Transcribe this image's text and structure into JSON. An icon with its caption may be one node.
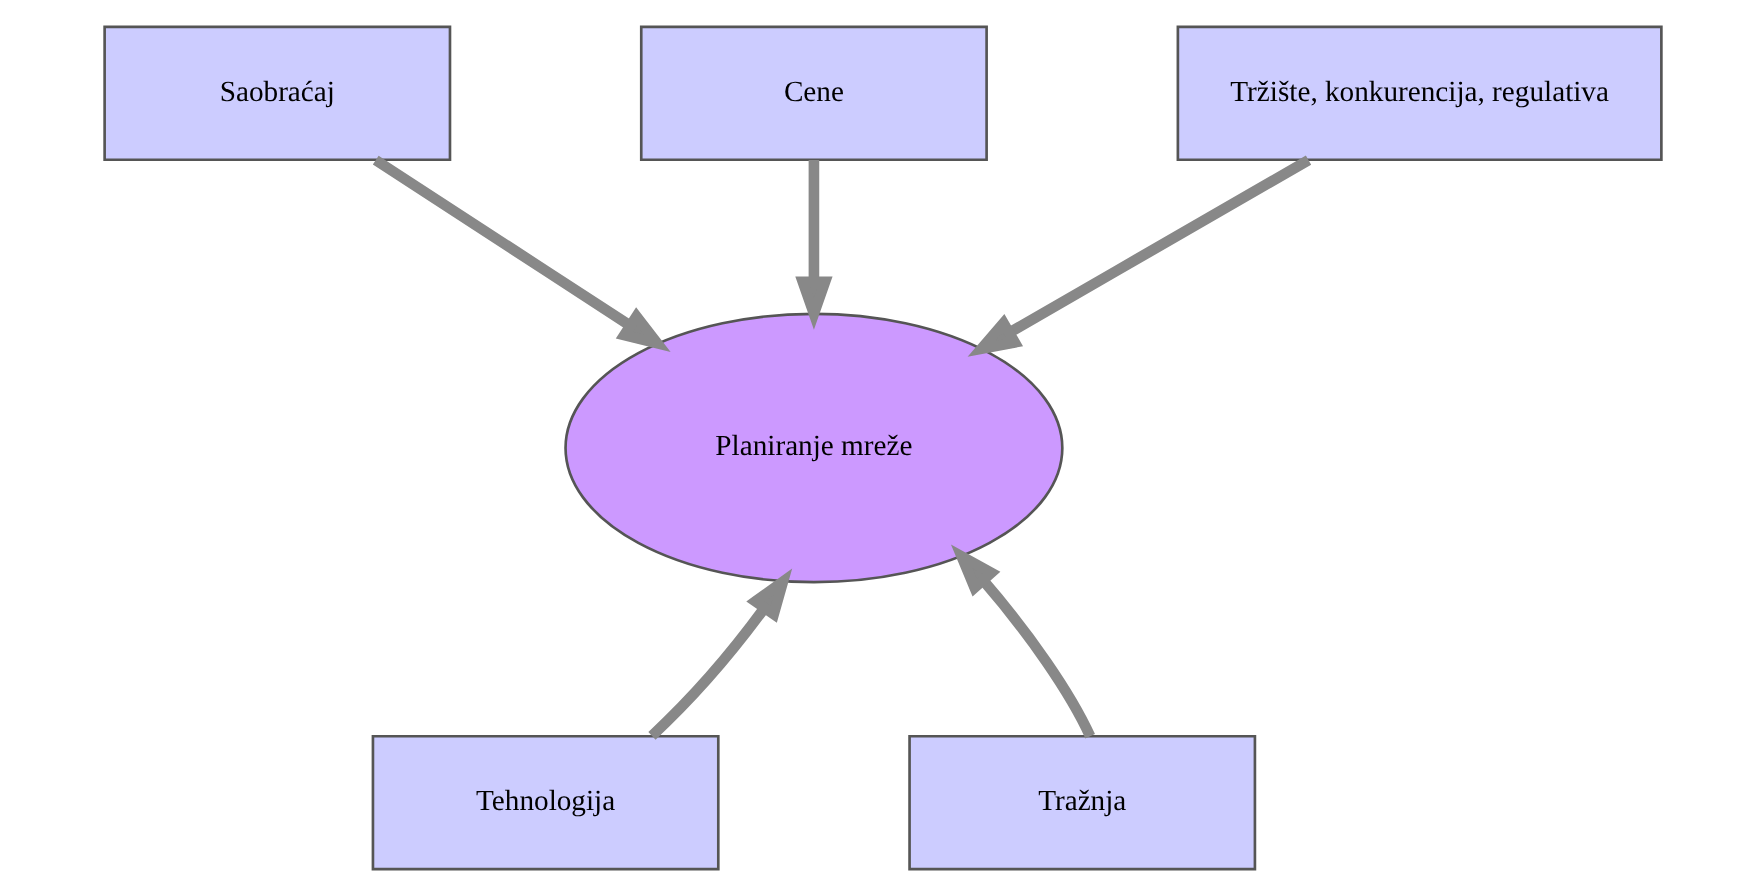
{
  "diagram": {
    "nodes": [
      {
        "text": [
          "Planiranje mreže"
        ]
      },
      {
        "text": [
          "Saobraćaj"
        ]
      },
      {
        "text": [
          "Cene"
        ]
      },
      {
        "text": [
          "Tržište, konkurencija, regulativa"
        ]
      },
      {
        "text": [
          "Tehnologija"
        ]
      },
      {
        "text": [
          "Tražnja"
        ]
      }
    ],
    "edges": [
      {
        "from": 1,
        "to": 0,
        "arrow": "to"
      },
      {
        "from": 2,
        "to": 0,
        "arrow": "to"
      },
      {
        "from": 3,
        "to": 0,
        "arrow": "to"
      },
      {
        "from": 4,
        "to": 0,
        "arrow": "to"
      },
      {
        "from": 5,
        "to": 0,
        "arrow": "to"
      }
    ]
  }
}
